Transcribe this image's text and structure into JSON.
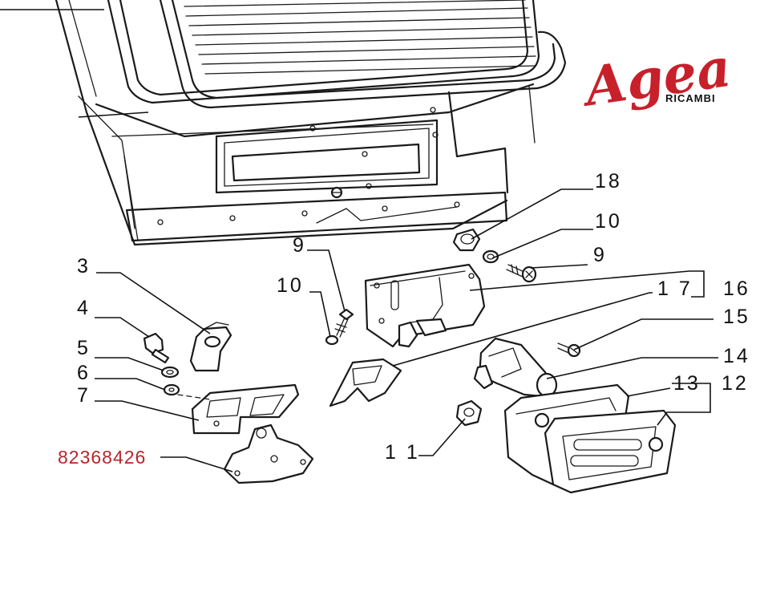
{
  "brand": {
    "name": "Agea",
    "subtitle": "RICAMBI",
    "color": "#c8202a"
  },
  "callouts": [
    {
      "id": "c18",
      "label": "18"
    },
    {
      "id": "c10a",
      "label": "10"
    },
    {
      "id": "c9a",
      "label": "9"
    },
    {
      "id": "c9b",
      "label": "9"
    },
    {
      "id": "c10b",
      "label": "10"
    },
    {
      "id": "c17",
      "label": "1 7"
    },
    {
      "id": "c16",
      "label": "16"
    },
    {
      "id": "c15",
      "label": "15"
    },
    {
      "id": "c14",
      "label": "14"
    },
    {
      "id": "c13",
      "label": "13"
    },
    {
      "id": "c12",
      "label": "12"
    },
    {
      "id": "c11",
      "label": "1 1"
    },
    {
      "id": "c3",
      "label": "3"
    },
    {
      "id": "c4",
      "label": "4"
    },
    {
      "id": "c5",
      "label": "5"
    },
    {
      "id": "c6",
      "label": "6"
    },
    {
      "id": "c7",
      "label": "7"
    }
  ],
  "part_number": {
    "label": "82368426",
    "color": "#b7262c"
  }
}
